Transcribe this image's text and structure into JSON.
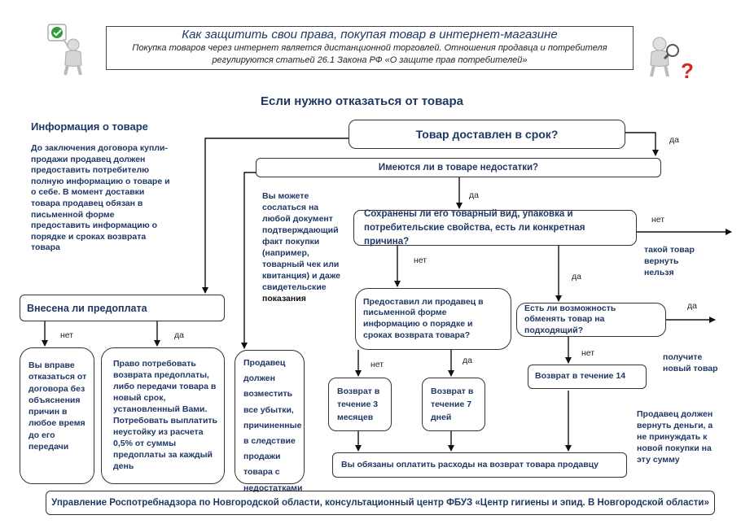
{
  "header": {
    "title": "Как защитить свои права, покупая товар в интернет-магазине",
    "subtitle_line1": "Покупка товаров через интернет является дистанционной торговлей. Отношения продавца и потребителя",
    "subtitle_line2": "регулируются статьей 26.1 Закона РФ «О защите прав потребителей»"
  },
  "page_title": "Если нужно отказаться от товара",
  "left": {
    "heading": "Информация о товаре",
    "text": "До заключения договора купли-продажи продавец должен предоставить потребителю полную информацию о товаре и о себе. В момент доставки товара продавец обязан в письменной форме предоставить информацию о порядке и сроках возврата товара"
  },
  "nodes": {
    "delivered": "Товар доставлен в срок?",
    "defects": "Имеются ли в товаре недостатки?",
    "preserved": "Сохранены ли его товарный вид, упаковка и потребительские свойства, есть ли конкретная причина?",
    "prepayment": "Внесена ли предоплата",
    "informed": "Предоставил ли продавец в письменной форме информацию о порядке и сроках возврата товара?",
    "exchange": "Есть ли возможность обменять товар на подходящий?",
    "refuse": "Вы вправе отказаться от договора без объяснения причин в любое время до его передачи",
    "demand": "Право потребовать возврата предоплаты, либо передачи товара в новый срок, установленный Вами. Потребовать выплатить неустойку из расчета 0,5% от суммы предоплаты за каждый день",
    "compensate": "Продавец должен возместить все убытки, причиненные в следствие продажи товара с недостатками",
    "return3": "Возврат в течение 3 месяцев",
    "return7": "Возврат в течение 7 дней",
    "return14": "Возврат в течение 14",
    "pay_return": "Вы обязаны оплатить расходы на возврат товара продавцу"
  },
  "notes": {
    "docs": "Вы можете сослаться на любой документ подтверждающий факт покупки (например, товарный чек или квитанция) и даже свидетельские",
    "docs_end": "показания",
    "cannot_return": "такой товар вернуть нельзя",
    "new_item": "получите новый товар",
    "refund": "Продавец должен вернуть деньги, а не принуждать к новой покупки на эту сумму"
  },
  "labels": {
    "yes": "да",
    "no": "нет"
  },
  "footer": "Управление Роспотребнадзора по Новгородской области, консультационный центр ФБУЗ «Центр гигиены и эпид. В Новгородской области»",
  "icons": [
    "check-sign-figure-icon",
    "magnifier-question-figure-icon"
  ],
  "colors": {
    "text": "#1f3864",
    "border": "#333333",
    "check": "#2e9e3a",
    "question": "#d9261c"
  }
}
